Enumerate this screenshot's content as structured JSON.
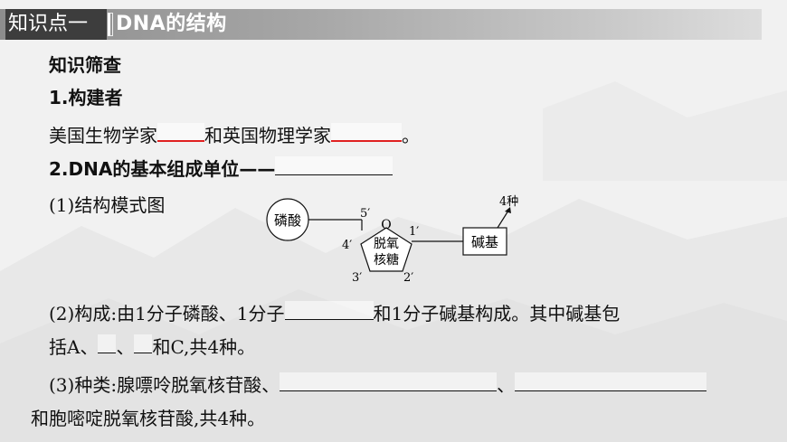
{
  "header": {
    "tab_label": "知识点一",
    "title": "DNA的结构"
  },
  "content": {
    "section_title": "知识筛查",
    "item1": {
      "number": "1",
      "text": ".构建者"
    },
    "line_builders": {
      "part1": "美国生物学家",
      "part2": "和英国物理学家",
      "part3": "。"
    },
    "item2": {
      "number": "2",
      "text": ".DNA的基本组成单位——"
    },
    "item2_1": "(1)结构模式图",
    "item2_2": {
      "part1": "(2)构成:由1分子磷酸、1分子",
      "part2": "和1分子碱基构成。其中碱基包"
    },
    "item2_2b": {
      "part1": "括A、",
      "part2": "、",
      "part3": "和C,共4种。"
    },
    "item2_3": {
      "part1": "(3)种类:腺嘌呤脱氧核苷酸、",
      "part2": "、"
    },
    "item2_3b": "和胞嘧啶脱氧核苷酸,共4种。"
  },
  "diagram": {
    "phosphate": "磷酸",
    "sugar_line1": "脱氧",
    "sugar_line2": "核糖",
    "oxygen": "O",
    "base": "碱基",
    "base_kinds": "4种",
    "carbon_labels": [
      "5′",
      "4′",
      "1′",
      "3′",
      "2′"
    ]
  }
}
